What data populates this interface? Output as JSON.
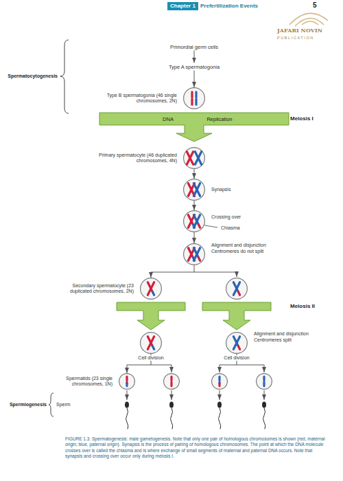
{
  "diagram": {
    "caption": "FIGURE 1.3. Spermatogenesis: male gametogenesis. Note that only one pair of homologous chromosomes is shown (red, maternal origin; blue, paternal origin). Synapsis is the process of pairing of homologous chromosomes. The point at which the DNA molecule crosses over is called the chiasma and is where exchange of small segments of maternal and paternal DNA occurs. Note that synapsis and crossing over occur only during meiosis I.",
    "nodes": [
      {
        "text": [
          "Primordial germ cells"
        ]
      },
      {
        "text": [
          "Type A spermatogonia"
        ]
      },
      {
        "text": [
          "Type B spermatogonia (46 single chromosomes, 2N)"
        ]
      },
      {
        "text": [
          "DNA",
          "Replication"
        ]
      },
      {
        "text": [
          "Primary spermatocyte (46 duplicated chromosomes, 4N)"
        ]
      },
      {
        "text": [
          "Synapsis"
        ]
      },
      {
        "text": [
          "Crossing over",
          "Chiasma"
        ]
      },
      {
        "text": [
          "Alignment and disjunction",
          "Centromeres do not split"
        ]
      },
      {
        "text": [
          "Secondary spermatocyte (23 duplicated chromosomes, 2N)"
        ]
      },
      {
        "text": [
          "Cell division"
        ]
      },
      {
        "text": [
          "Alignment and disjunction",
          "Centromeres split",
          "Cell division"
        ]
      },
      {
        "text": [
          "Spermatids (23 single chromosomes, 1N)"
        ]
      }
    ],
    "edges": [
      {
        "from": 0,
        "to": 1,
        "arrow": "to"
      },
      {
        "from": 1,
        "to": 2,
        "arrow": "to"
      },
      {
        "from": 4,
        "to": 5,
        "arrow": "to"
      },
      {
        "from": 5,
        "to": 6,
        "arrow": "to"
      },
      {
        "from": 6,
        "to": 7,
        "arrow": "to"
      },
      {
        "from": 7,
        "to": 8,
        "arrow": "to"
      },
      {
        "from": 9,
        "to": 11,
        "arrow": "to"
      }
    ],
    "labels": [
      "Chapter 1",
      "Prefertilization Events",
      "5",
      "JAFARI NOVIN",
      "PUBLICATION",
      "Spermatocytogenesis",
      "Meiosis I",
      "Meiosis II",
      "Spermiogenesis",
      "Sperm"
    ]
  }
}
